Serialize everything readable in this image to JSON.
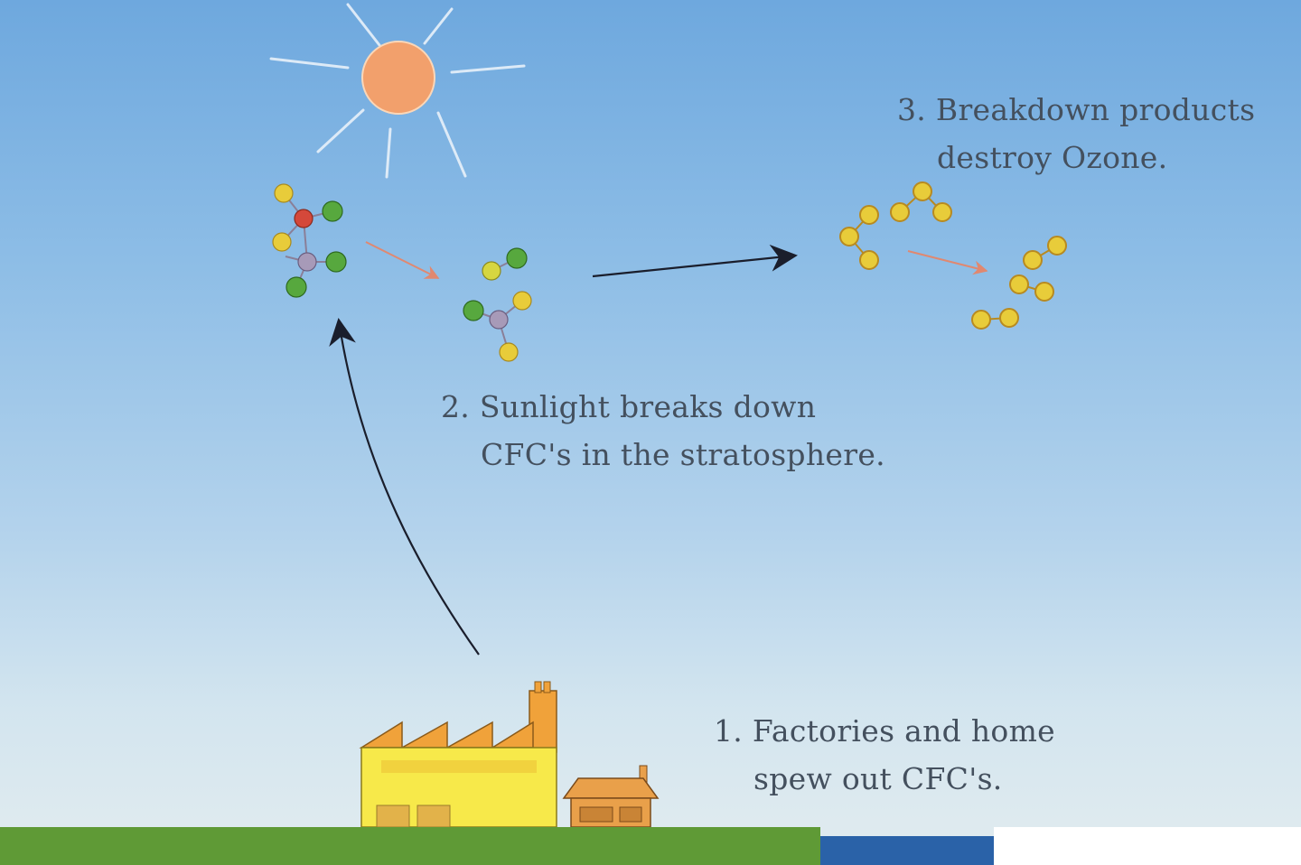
{
  "steps": [
    {
      "number": "1.",
      "line1": "Factories and home",
      "line2": "spew out CFC's."
    },
    {
      "number": "2.",
      "line1": "Sunlight breaks down",
      "line2": "CFC's in the stratosphere."
    },
    {
      "number": "3.",
      "line1": "Breakdown products",
      "line2": "destroy Ozone."
    }
  ],
  "colors": {
    "sky_top": "#6ea8de",
    "sky_bottom": "#e2ecef",
    "sun": "#f2a06c",
    "sun_rays": "#e8f1fa",
    "factory": "#f7e94a",
    "chimney": "#f0a23a",
    "house": "#e9a04a",
    "ground": "#5f9a36",
    "water": "#2a62a8",
    "atom_yellow": "#e8cc3a",
    "atom_green": "#57a83e",
    "atom_red": "#d4483a",
    "atom_purple": "#a79ab8",
    "arrow_dark": "#1a1e2c",
    "arrow_light": "#e08870"
  },
  "icons": [
    "sun-icon",
    "factory-icon",
    "house-icon",
    "cfc-molecule-icon",
    "ozone-molecule-icon",
    "oxygen-molecule-icon"
  ]
}
